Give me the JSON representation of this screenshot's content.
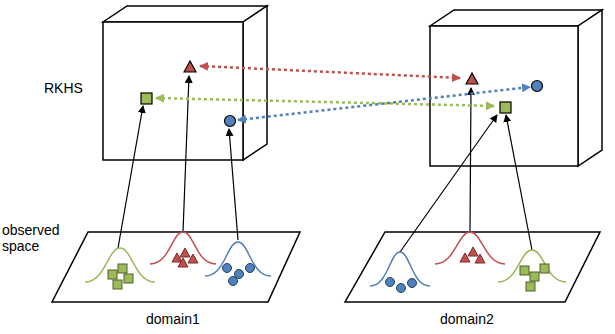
{
  "diagram": {
    "labels": [
      "RKHS",
      "observed space",
      "domain1",
      "domain2"
    ]
  }
}
